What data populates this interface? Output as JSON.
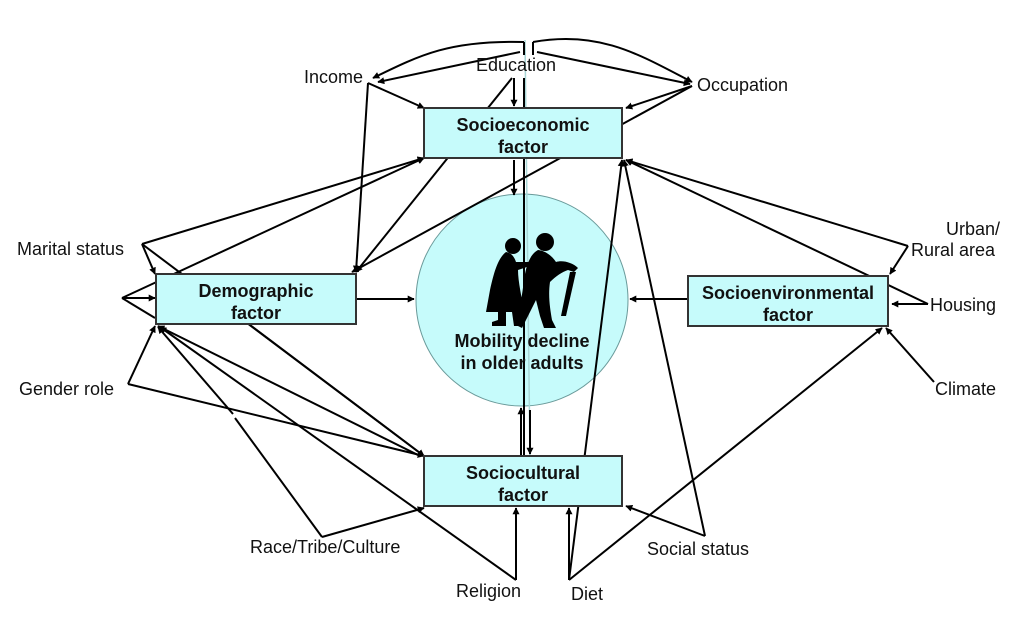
{
  "diagram": {
    "title": "Mobility decline in older adults",
    "center": {
      "line1": "Mobility decline",
      "line2": "in older adults",
      "icon": "elderly-couple-walking-icon"
    },
    "factors": {
      "socioeconomic": {
        "line1": "Socioeconomic",
        "line2": "factor"
      },
      "demographic": {
        "line1": "Demographic",
        "line2": "factor"
      },
      "socioenvironmental": {
        "line1": "Socioenvironmental",
        "line2": "factor"
      },
      "sociocultural": {
        "line1": "Sociocultural",
        "line2": "factor"
      }
    },
    "nodes": {
      "income": "Income",
      "education": "Education",
      "occupation": "Occupation",
      "marital_status": "Marital status",
      "gender_role": "Gender role",
      "urban_line1": "Urban/",
      "urban_line2": "Rural area",
      "housing": "Housing",
      "climate": "Climate",
      "race": "Race/Tribe/Culture",
      "religion": "Religion",
      "diet": "Diet",
      "social_status": "Social status"
    },
    "edges": [
      {
        "from": "Income",
        "to": "Socioeconomic factor"
      },
      {
        "from": "Income",
        "to": "Demographic factor"
      },
      {
        "from": "Education",
        "to": "Socioeconomic factor"
      },
      {
        "from": "Education",
        "to": "Income"
      },
      {
        "from": "Education",
        "to": "Occupation"
      },
      {
        "from": "Education",
        "to": "Demographic factor"
      },
      {
        "from": "Education",
        "to": "Sociocultural factor"
      },
      {
        "from": "Occupation",
        "to": "Socioeconomic factor"
      },
      {
        "from": "Occupation",
        "to": "Demographic factor"
      },
      {
        "from": "Marital status",
        "to": "Demographic factor"
      },
      {
        "from": "Marital status",
        "to": "Socioeconomic factor"
      },
      {
        "from": "Marital status",
        "to": "Sociocultural factor"
      },
      {
        "from": "Gender role",
        "to": "Demographic factor"
      },
      {
        "from": "Gender role",
        "to": "Sociocultural factor"
      },
      {
        "from": "Race/Tribe/Culture",
        "to": "Demographic factor"
      },
      {
        "from": "Race/Tribe/Culture",
        "to": "Sociocultural factor"
      },
      {
        "from": "Religion",
        "to": "Demographic factor"
      },
      {
        "from": "Religion",
        "to": "Sociocultural factor"
      },
      {
        "from": "Diet",
        "to": "Sociocultural factor"
      },
      {
        "from": "Diet",
        "to": "Socioeconomic factor"
      },
      {
        "from": "Diet",
        "to": "Socioenvironmental factor"
      },
      {
        "from": "Social status",
        "to": "Sociocultural factor"
      },
      {
        "from": "Social status",
        "to": "Socioeconomic factor"
      },
      {
        "from": "Urban/Rural area",
        "to": "Socioenvironmental factor"
      },
      {
        "from": "Urban/Rural area",
        "to": "Socioeconomic factor"
      },
      {
        "from": "Housing",
        "to": "Socioenvironmental factor"
      },
      {
        "from": "Housing",
        "to": "Socioeconomic factor"
      },
      {
        "from": "Climate",
        "to": "Socioenvironmental factor"
      },
      {
        "from": "Socioeconomic factor",
        "to": "Mobility decline in older adults"
      },
      {
        "from": "Demographic factor",
        "to": "Mobility decline in older adults"
      },
      {
        "from": "Socioenvironmental factor",
        "to": "Mobility decline in older adults"
      },
      {
        "from": "Sociocultural factor",
        "to": "Mobility decline in older adults"
      },
      {
        "from": "Mobility decline in older adults",
        "to": "Sociocultural factor"
      }
    ]
  },
  "colors": {
    "box_fill": "#c6fbfb",
    "box_border": "#333333",
    "line": "#000000"
  }
}
